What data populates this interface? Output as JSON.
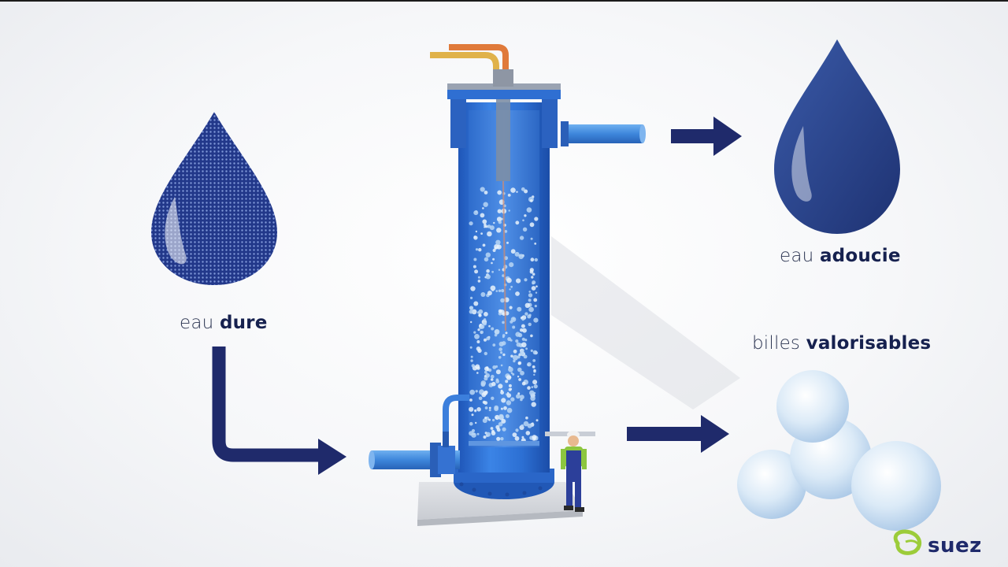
{
  "labels": {
    "hard_water": {
      "prefix": "eau",
      "bold": "dure"
    },
    "soft_water": {
      "prefix": "eau",
      "bold": "adoucie"
    },
    "beads": {
      "prefix": "billes",
      "bold": "valorisables"
    }
  },
  "brand": {
    "name": "suez",
    "icon": "suez-logo-icon"
  },
  "colors": {
    "navy_arrow": "#1f2a6b",
    "drop_blue": "#243f86",
    "reactor_blue": "#2a6fd6",
    "bead_blue": "#cfe3f5",
    "logo_green": "#9ccc3a"
  }
}
